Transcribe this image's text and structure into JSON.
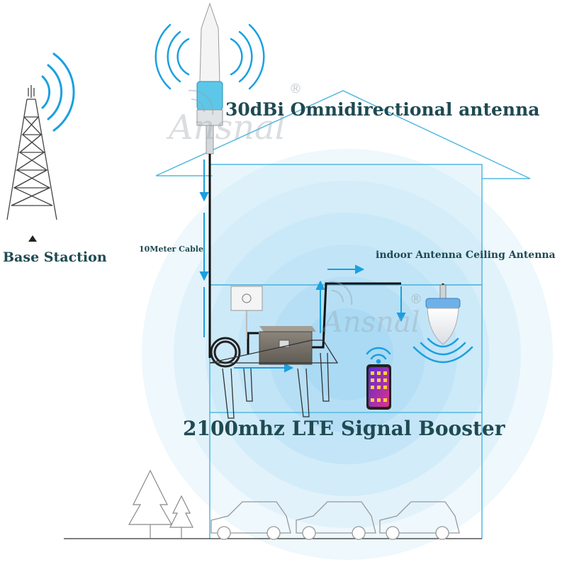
{
  "labels": {
    "antenna_title": "30dBi Omnidirectional antenna",
    "booster_title": "2100mhz LTE Signal Booster",
    "base_station": "Base Staction",
    "cable": "10Meter Cable",
    "indoor_antenna": "indoor Antenna Ceiling Antenna"
  },
  "watermark": {
    "brand": "Ansnal",
    "registered": "®"
  },
  "colors": {
    "signal_blue": "#1aa0e0",
    "house_line": "#52b8e0",
    "cable_black": "#111111",
    "text_dark": "#1f4a52"
  }
}
